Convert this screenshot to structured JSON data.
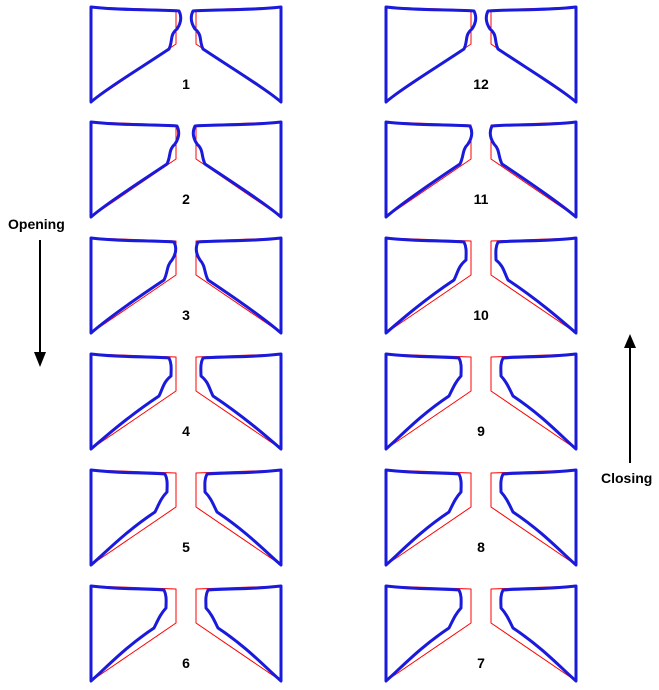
{
  "labels": {
    "opening": "Opening",
    "closing": "Closing"
  },
  "frames": [
    {
      "id": "1",
      "gap": 1
    },
    {
      "id": "2",
      "gap": 3
    },
    {
      "id": "3",
      "gap": 6
    },
    {
      "id": "4",
      "gap": 11
    },
    {
      "id": "5",
      "gap": 15
    },
    {
      "id": "6",
      "gap": 16
    },
    {
      "id": "12",
      "gap": 1
    },
    {
      "id": "11",
      "gap": 5
    },
    {
      "id": "10",
      "gap": 11
    },
    {
      "id": "9",
      "gap": 16
    },
    {
      "id": "8",
      "gap": 16
    },
    {
      "id": "7",
      "gap": 16
    }
  ],
  "colors": {
    "fold_outline": "#1a1adc",
    "reference_outline": "#ff0000",
    "arrow": "#000000"
  }
}
